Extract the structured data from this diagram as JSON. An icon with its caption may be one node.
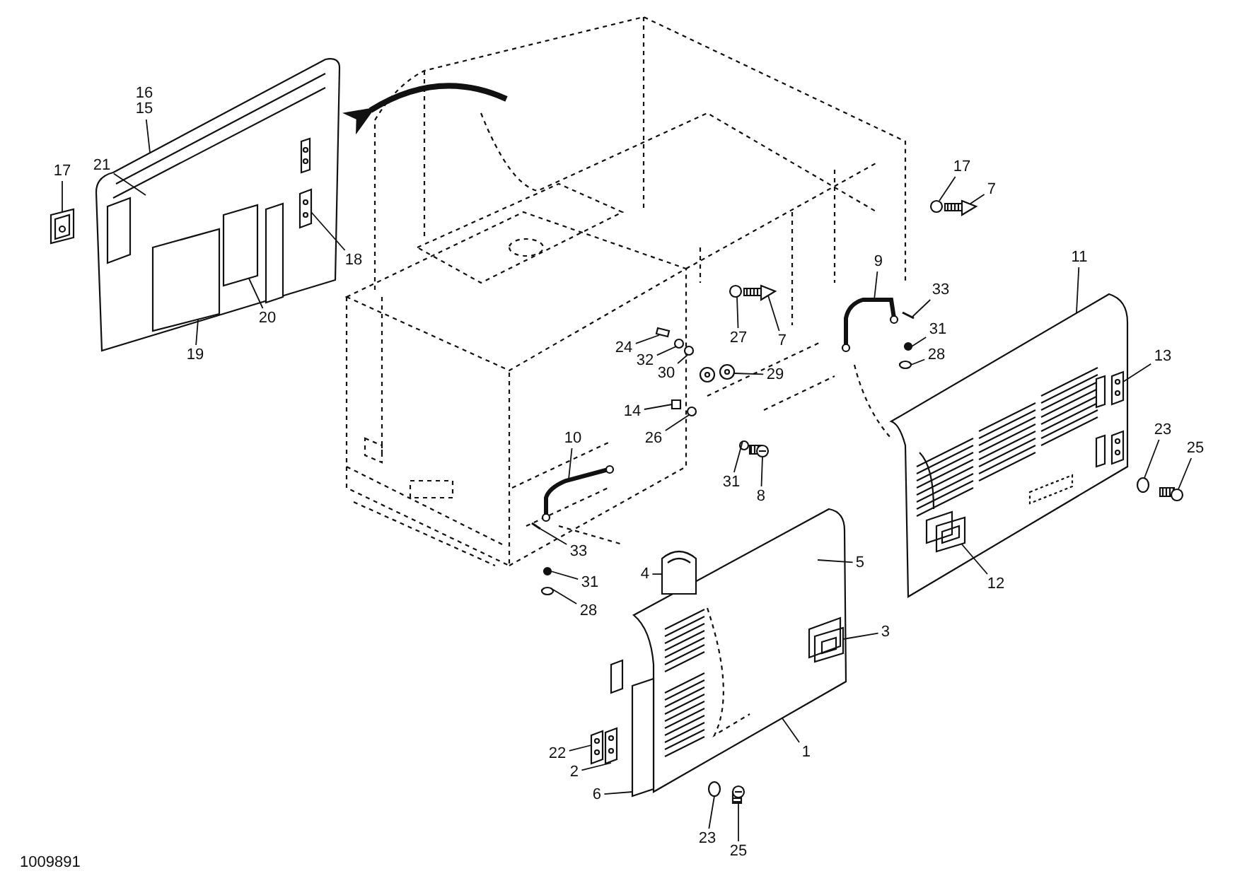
{
  "diagram": {
    "nodes": [
      {
        "text": [
          "16",
          "15"
        ]
      },
      {
        "text": [
          "21"
        ]
      },
      {
        "text": [
          "17"
        ]
      },
      {
        "text": [
          "18"
        ]
      },
      {
        "text": [
          "20"
        ]
      },
      {
        "text": [
          "19"
        ]
      },
      {
        "text": [
          "17"
        ]
      },
      {
        "text": [
          "7"
        ]
      },
      {
        "text": [
          "9"
        ]
      },
      {
        "text": [
          "33"
        ]
      },
      {
        "text": [
          "11"
        ]
      },
      {
        "text": [
          "27"
        ]
      },
      {
        "text": [
          "7"
        ]
      },
      {
        "text": [
          "24"
        ]
      },
      {
        "text": [
          "32"
        ]
      },
      {
        "text": [
          "31"
        ]
      },
      {
        "text": [
          "28"
        ]
      },
      {
        "text": [
          "30"
        ]
      },
      {
        "text": [
          "29"
        ]
      },
      {
        "text": [
          "13"
        ]
      },
      {
        "text": [
          "14"
        ]
      },
      {
        "text": [
          "23"
        ]
      },
      {
        "text": [
          "25"
        ]
      },
      {
        "text": [
          "26"
        ]
      },
      {
        "text": [
          "31"
        ]
      },
      {
        "text": [
          "8"
        ]
      },
      {
        "text": [
          "10"
        ]
      },
      {
        "text": [
          "12"
        ]
      },
      {
        "text": [
          "33"
        ]
      },
      {
        "text": [
          "31"
        ]
      },
      {
        "text": [
          "5"
        ]
      },
      {
        "text": [
          "4"
        ]
      },
      {
        "text": [
          "28"
        ]
      },
      {
        "text": [
          "3"
        ]
      },
      {
        "text": [
          "1"
        ]
      },
      {
        "text": [
          "22"
        ]
      },
      {
        "text": [
          "2"
        ]
      },
      {
        "text": [
          "6"
        ]
      },
      {
        "text": [
          "23"
        ]
      },
      {
        "text": [
          "25"
        ]
      },
      {
        "text": [],
        "shape": "picture"
      },
      {
        "text": [],
        "shape": "picture"
      },
      {
        "text": [],
        "shape": "picture",
        "in": 40
      },
      {
        "text": [],
        "shape": "box",
        "in": 40
      },
      {
        "text": [],
        "shape": "box",
        "in": 40
      },
      {
        "text": [],
        "shape": "circle"
      },
      {
        "text": [],
        "shape": "picture"
      },
      {
        "text": [],
        "shape": "picture"
      },
      {
        "text": [],
        "shape": "bar"
      },
      {
        "text": [],
        "shape": "picture"
      },
      {
        "text": [],
        "shape": "circle"
      },
      {
        "text": [],
        "shape": "picture"
      },
      {
        "text": [],
        "shape": "box"
      },
      {
        "text": [],
        "shape": "circle"
      },
      {
        "text": [],
        "shape": "circle"
      },
      {
        "text": [],
        "shape": "circle"
      },
      {
        "text": [],
        "shape": "circle"
      },
      {
        "text": [],
        "shape": "picture"
      },
      {
        "text": [],
        "shape": "picture",
        "in": 49
      },
      {
        "text": [],
        "shape": "box"
      },
      {
        "text": [],
        "shape": "circle"
      },
      {
        "text": [],
        "shape": "picture"
      },
      {
        "text": [],
        "shape": "circle"
      },
      {
        "text": [],
        "shape": "circle"
      },
      {
        "text": [],
        "shape": "picture"
      },
      {
        "text": [],
        "shape": "picture"
      },
      {
        "text": [],
        "shape": "picture",
        "in": 49
      },
      {
        "text": [],
        "shape": "bar"
      },
      {
        "text": [],
        "shape": "circle"
      },
      {
        "text": [],
        "shape": "picture"
      },
      {
        "text": [],
        "shape": "picture"
      },
      {
        "text": [],
        "shape": "circle"
      },
      {
        "text": [],
        "shape": "picture",
        "in": 69
      },
      {
        "text": [],
        "shape": "picture"
      },
      {
        "text": [],
        "shape": "picture"
      },
      {
        "text": [],
        "shape": "box"
      },
      {
        "text": [],
        "shape": "circle"
      },
      {
        "text": [],
        "shape": "picture"
      }
    ],
    "edges": [
      {
        "from": 0,
        "to": 40,
        "arrow": "none"
      },
      {
        "from": 1,
        "to": 40,
        "arrow": "none"
      },
      {
        "from": 2,
        "to": 41,
        "arrow": "none"
      },
      {
        "from": 3,
        "to": 42,
        "arrow": "none"
      },
      {
        "from": 4,
        "to": 44,
        "arrow": "none"
      },
      {
        "from": 5,
        "to": 43,
        "arrow": "none"
      },
      {
        "from": 6,
        "to": 45,
        "arrow": "none"
      },
      {
        "from": 7,
        "to": 46,
        "arrow": "none"
      },
      {
        "from": 8,
        "to": 47,
        "arrow": "none"
      },
      {
        "from": 9,
        "to": 48,
        "arrow": "none"
      },
      {
        "from": 10,
        "to": 49,
        "arrow": "none"
      },
      {
        "from": 11,
        "to": 50,
        "arrow": "none"
      },
      {
        "from": 12,
        "to": 51,
        "arrow": "none"
      },
      {
        "from": 13,
        "to": 52,
        "arrow": "none"
      },
      {
        "from": 14,
        "to": 53,
        "arrow": "none"
      },
      {
        "from": 15,
        "to": 54,
        "arrow": "none"
      },
      {
        "from": 16,
        "to": 55,
        "arrow": "none"
      },
      {
        "from": 17,
        "to": 56,
        "arrow": "none"
      },
      {
        "from": 18,
        "to": 57,
        "arrow": "none"
      },
      {
        "from": 19,
        "to": 58,
        "arrow": "none"
      },
      {
        "from": 20,
        "to": 59,
        "arrow": "none"
      },
      {
        "from": 21,
        "to": 60,
        "arrow": "none"
      },
      {
        "from": 22,
        "to": 61,
        "arrow": "none"
      },
      {
        "from": 23,
        "to": 62,
        "arrow": "none"
      },
      {
        "from": 24,
        "to": 63,
        "arrow": "none"
      },
      {
        "from": 25,
        "to": 64,
        "arrow": "none"
      },
      {
        "from": 26,
        "to": 65,
        "arrow": "none"
      },
      {
        "from": 27,
        "to": 66,
        "arrow": "none"
      },
      {
        "from": 28,
        "to": 67,
        "arrow": "none"
      },
      {
        "from": 29,
        "to": 68,
        "arrow": "none"
      },
      {
        "from": 30,
        "to": 69,
        "arrow": "none"
      },
      {
        "from": 31,
        "to": 70,
        "arrow": "none"
      },
      {
        "from": 32,
        "to": 71,
        "arrow": "none"
      },
      {
        "from": 33,
        "to": 72,
        "arrow": "none"
      },
      {
        "from": 34,
        "to": 69,
        "arrow": "none"
      },
      {
        "from": 35,
        "to": 73,
        "arrow": "none"
      },
      {
        "from": 36,
        "to": 74,
        "arrow": "none"
      },
      {
        "from": 37,
        "to": 75,
        "arrow": "none"
      },
      {
        "from": 38,
        "to": 76,
        "arrow": "none"
      },
      {
        "from": 39,
        "to": 77,
        "arrow": "none"
      }
    ],
    "labels": [
      "1009891"
    ]
  }
}
